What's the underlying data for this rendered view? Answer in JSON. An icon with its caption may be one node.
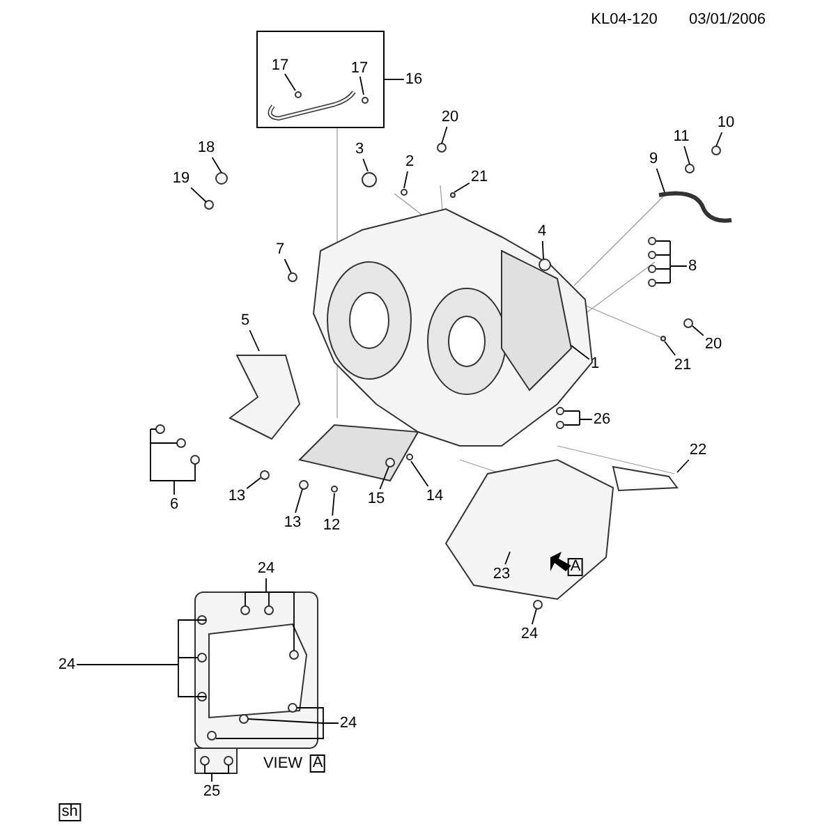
{
  "diagram": {
    "nodes": [
      {
        "text": [],
        "shape": "box"
      },
      {
        "text": [
          "17"
        ],
        "in": 0
      },
      {
        "text": [
          "17"
        ],
        "in": 0
      },
      {
        "text": [
          "16"
        ]
      },
      {
        "text": [
          "10"
        ]
      },
      {
        "text": [
          "18"
        ]
      },
      {
        "text": [
          "3"
        ]
      },
      {
        "text": [
          "20"
        ]
      },
      {
        "text": [
          "11"
        ]
      },
      {
        "text": [
          "2"
        ]
      },
      {
        "text": [
          "21"
        ]
      },
      {
        "text": [
          "19"
        ]
      },
      {
        "text": [
          "9"
        ]
      },
      {
        "text": [
          "4"
        ]
      },
      {
        "text": [
          "7"
        ]
      },
      {
        "text": [
          "8"
        ]
      },
      {
        "text": [
          "5"
        ]
      },
      {
        "text": [
          "20"
        ]
      },
      {
        "text": [
          "1"
        ]
      },
      {
        "text": [
          "21"
        ]
      },
      {
        "text": [
          "26"
        ]
      },
      {
        "text": [
          "22"
        ]
      },
      {
        "text": [
          "6"
        ]
      },
      {
        "text": [
          "13"
        ]
      },
      {
        "text": [
          "14"
        ]
      },
      {
        "text": [
          "15"
        ]
      },
      {
        "text": [
          "12"
        ]
      },
      {
        "text": [
          "13"
        ]
      },
      {
        "text": [
          "24"
        ]
      },
      {
        "text": [
          "23"
        ]
      },
      {
        "text": [
          "24"
        ]
      },
      {
        "text": [
          "24"
        ]
      },
      {
        "text": [
          "24"
        ]
      },
      {
        "text": [
          "25"
        ]
      }
    ],
    "edges": [
      {
        "from": 1,
        "to": null,
        "arrow": "none"
      },
      {
        "from": 2,
        "to": null,
        "arrow": "none"
      },
      {
        "from": 3,
        "to": 0,
        "arrow": "none"
      },
      {
        "from": 4,
        "to": null,
        "arrow": "none"
      },
      {
        "from": 5,
        "to": null,
        "arrow": "none"
      },
      {
        "from": 6,
        "to": null,
        "arrow": "none"
      },
      {
        "from": 7,
        "to": null,
        "arrow": "none"
      },
      {
        "from": 8,
        "to": null,
        "arrow": "none"
      },
      {
        "from": 9,
        "to": null,
        "arrow": "none"
      },
      {
        "from": 10,
        "to": null,
        "arrow": "none"
      },
      {
        "from": 11,
        "to": null,
        "arrow": "none"
      },
      {
        "from": 12,
        "to": null,
        "arrow": "none"
      },
      {
        "from": 13,
        "to": null,
        "arrow": "none"
      },
      {
        "from": 14,
        "to": null,
        "arrow": "none"
      },
      {
        "from": 15,
        "to": null,
        "arrow": "none"
      },
      {
        "from": 16,
        "to": null,
        "arrow": "none"
      },
      {
        "from": 17,
        "to": null,
        "arrow": "none"
      },
      {
        "from": 18,
        "to": null,
        "arrow": "none"
      },
      {
        "from": 19,
        "to": null,
        "arrow": "none"
      },
      {
        "from": 20,
        "to": null,
        "arrow": "none"
      },
      {
        "from": 21,
        "to": null,
        "arrow": "none"
      },
      {
        "from": 22,
        "to": null,
        "arrow": "none"
      },
      {
        "from": 23,
        "to": null,
        "arrow": "none"
      },
      {
        "from": 24,
        "to": null,
        "arrow": "none"
      },
      {
        "from": 25,
        "to": null,
        "arrow": "none"
      },
      {
        "from": 26,
        "to": null,
        "arrow": "none"
      },
      {
        "from": 27,
        "to": null,
        "arrow": "none"
      },
      {
        "from": 28,
        "to": null,
        "arrow": "none"
      },
      {
        "from": 29,
        "to": null,
        "arrow": "none"
      },
      {
        "from": 30,
        "to": null,
        "arrow": "none"
      },
      {
        "from": 31,
        "to": null,
        "arrow": "none"
      },
      {
        "from": 32,
        "to": null,
        "arrow": "none"
      },
      {
        "from": 33,
        "to": null,
        "arrow": "none"
      }
    ],
    "labels": [
      "KL04-120",
      "03/01/2006",
      "A",
      "VIEW",
      "A",
      "sh"
    ]
  }
}
